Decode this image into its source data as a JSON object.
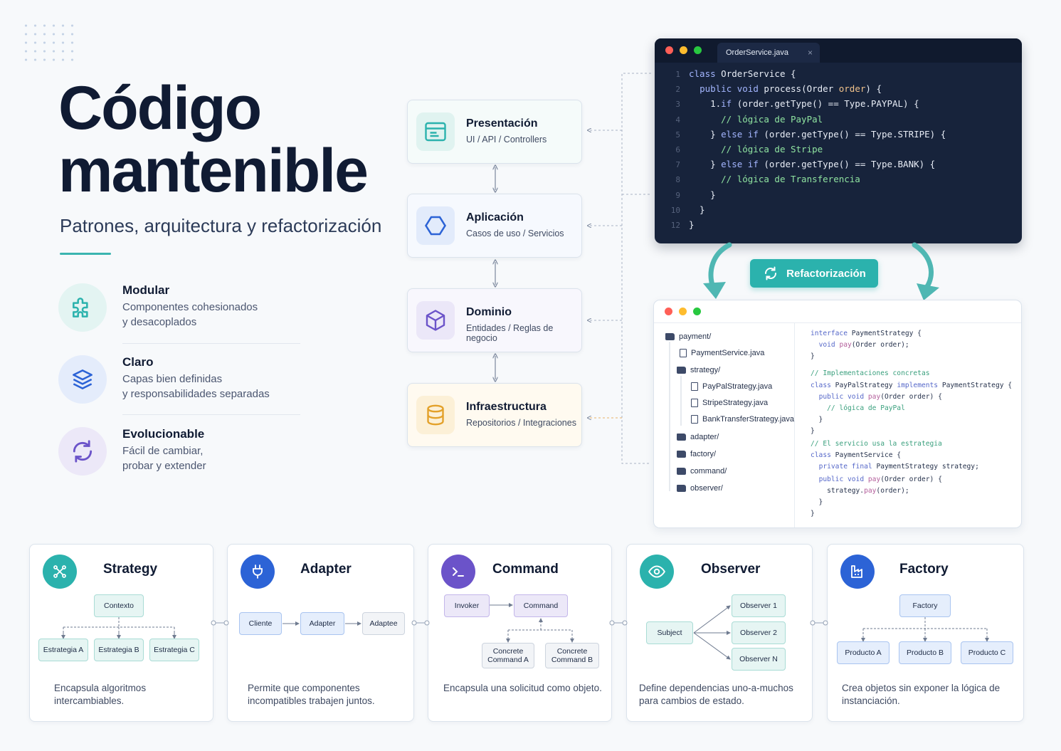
{
  "header": {
    "title_line1": "Código",
    "title_line2": "mantenible",
    "subtitle": "Patrones, arquitectura y refactorización"
  },
  "features": [
    {
      "title": "Modular",
      "desc1": "Componentes cohesionados",
      "desc2": "y desacoplados",
      "icon": "puzzle-icon",
      "color": "#2bb2ad"
    },
    {
      "title": "Claro",
      "desc1": "Capas bien definidas",
      "desc2": "y responsabilidades separadas",
      "icon": "layers-icon",
      "color": "#2c63d6"
    },
    {
      "title": "Evolucionable",
      "desc1": "Fácil de cambiar,",
      "desc2": "probar y extender",
      "icon": "refresh-icon",
      "color": "#6b53c9"
    }
  ],
  "layers": [
    {
      "title": "Presentación",
      "desc": "UI / API / Controllers",
      "icon": "window-icon"
    },
    {
      "title": "Aplicación",
      "desc": "Casos de uso / Servicios",
      "icon": "hexagon-icon"
    },
    {
      "title": "Dominio",
      "desc": "Entidades / Reglas de negocio",
      "icon": "cube-icon"
    },
    {
      "title": "Infraestructura",
      "desc": "Repositorios / Integraciones",
      "icon": "database-icon"
    }
  ],
  "code_editor": {
    "tab": "OrderService.java",
    "lines": [
      {
        "n": "1",
        "text": "class OrderService {"
      },
      {
        "n": "2",
        "text": "  public void process(Order order) {"
      },
      {
        "n": "3",
        "text": "    1.if (order.getType() == Type.PAYPAL) {"
      },
      {
        "n": "4",
        "text": "      // lógica de PayPal"
      },
      {
        "n": "5",
        "text": "    } else if (order.getType() == Type.STRIPE) {"
      },
      {
        "n": "6",
        "text": "      // lógica de Stripe"
      },
      {
        "n": "7",
        "text": "    } else if (order.getType() == Type.BANK) {"
      },
      {
        "n": "8",
        "text": "      // lógica de Transferencia"
      },
      {
        "n": "9",
        "text": "    }"
      },
      {
        "n": "10",
        "text": "  }"
      },
      {
        "n": "12",
        "text": "}"
      }
    ]
  },
  "refactor_button": "Refactorización",
  "file_tree": [
    {
      "name": "payment/",
      "type": "folder",
      "indent": 0
    },
    {
      "name": "PaymentService.java",
      "type": "file",
      "indent": 1
    },
    {
      "name": "strategy/",
      "type": "folder",
      "indent": 1
    },
    {
      "name": "PayPalStrategy.java",
      "type": "file",
      "indent": 2
    },
    {
      "name": "StripeStrategy.java",
      "type": "file",
      "indent": 2
    },
    {
      "name": "BankTransferStrategy.java",
      "type": "file",
      "indent": 2
    },
    {
      "name": "adapter/",
      "type": "folder",
      "indent": 1
    },
    {
      "name": "factory/",
      "type": "folder",
      "indent": 1
    },
    {
      "name": "command/",
      "type": "folder",
      "indent": 1
    },
    {
      "name": "observer/",
      "type": "folder",
      "indent": 1
    }
  ],
  "refactored_code": [
    "interface PaymentStrategy {",
    "  void pay(Order order);",
    "}",
    "",
    "// Implementaciones concretas",
    "class PayPalStrategy implements PaymentStrategy {",
    "  public void pay(Order order) {",
    "    // lógica de PayPal",
    "  }",
    "}",
    "// El servicio usa la estrategia",
    "class PaymentService {",
    "  private final PaymentStrategy strategy;",
    "  public void pay(Order order) {",
    "    strategy.pay(order);",
    "  }",
    "}"
  ],
  "patterns": {
    "strategy": {
      "title": "Strategy",
      "desc": "Encapsula algoritmos intercambiables.",
      "nodes": [
        "Contexto",
        "Estrategia A",
        "Estrategia B",
        "Estrategia C"
      ]
    },
    "adapter": {
      "title": "Adapter",
      "desc": "Permite que componentes incompatibles trabajen juntos.",
      "nodes": [
        "Cliente",
        "Adapter",
        "Adaptee"
      ]
    },
    "command": {
      "title": "Command",
      "desc": "Encapsula una solicitud como objeto.",
      "nodes": [
        "Invoker",
        "Command",
        "Concrete Command A",
        "Concrete Command B"
      ]
    },
    "observer": {
      "title": "Observer",
      "desc": "Define dependencias uno-a-muchos para cambios de estado.",
      "nodes": [
        "Subject",
        "Observer 1",
        "Observer 2",
        "Observer N"
      ]
    },
    "factory": {
      "title": "Factory",
      "desc": "Crea objetos sin exponer la lógica de instanciación.",
      "nodes": [
        "Factory",
        "Producto A",
        "Producto B",
        "Producto C"
      ]
    }
  }
}
